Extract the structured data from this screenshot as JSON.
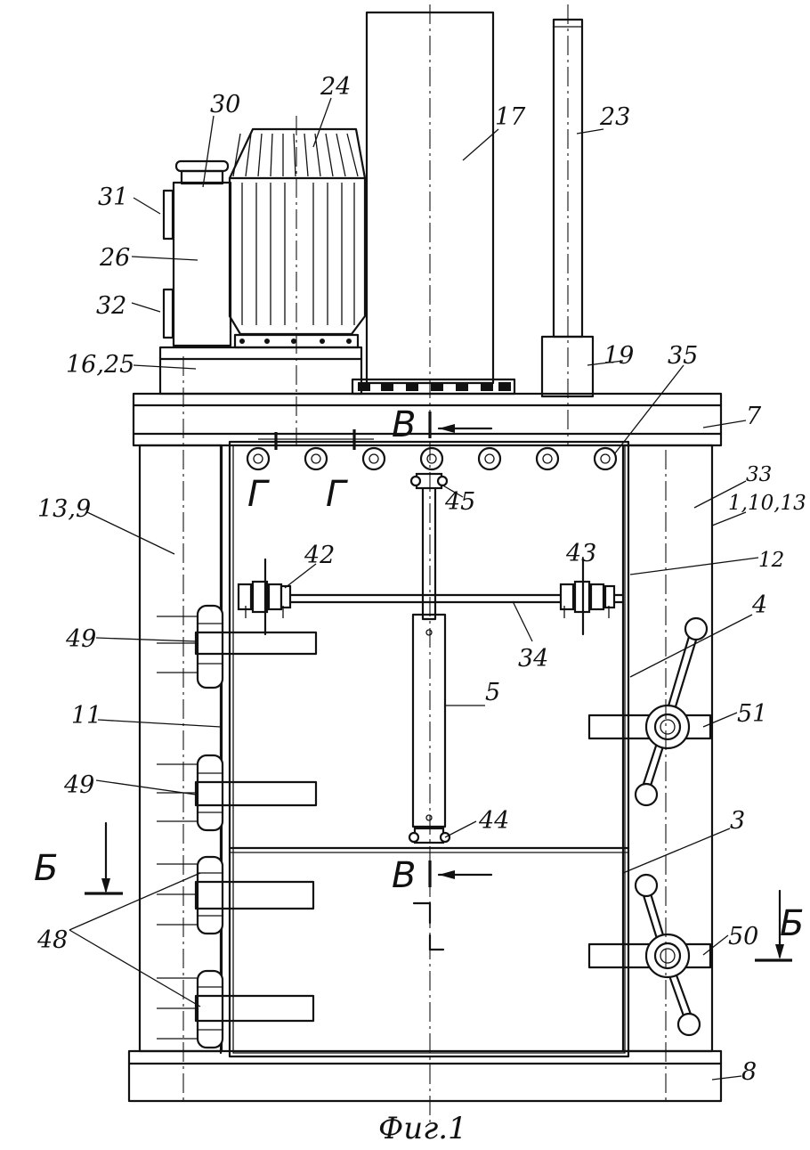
{
  "figure": {
    "caption": "Фиг.1"
  },
  "labels": {
    "l30": "30",
    "l24": "24",
    "l17": "17",
    "l23": "23",
    "l31": "31",
    "l26": "26",
    "l32": "32",
    "l1625": "16,25",
    "l19": "19",
    "l35": "35",
    "l7": "7",
    "l33": "33",
    "l45": "45",
    "l139": "13,9",
    "l11013": "1,10,13",
    "l42": "42",
    "l43": "43",
    "l12": "12",
    "l4": "4",
    "l49a": "49",
    "l34": "34",
    "l5": "5",
    "l51": "51",
    "l11": "11",
    "l49b": "49",
    "l44": "44",
    "l3": "3",
    "l48": "48",
    "l50": "50",
    "l8": "8"
  },
  "section_marks": {
    "b_top": "В",
    "b_bottom": "В",
    "g1": "Г",
    "g2": "Г",
    "bb_left": "Б",
    "bb_right": "Б"
  }
}
